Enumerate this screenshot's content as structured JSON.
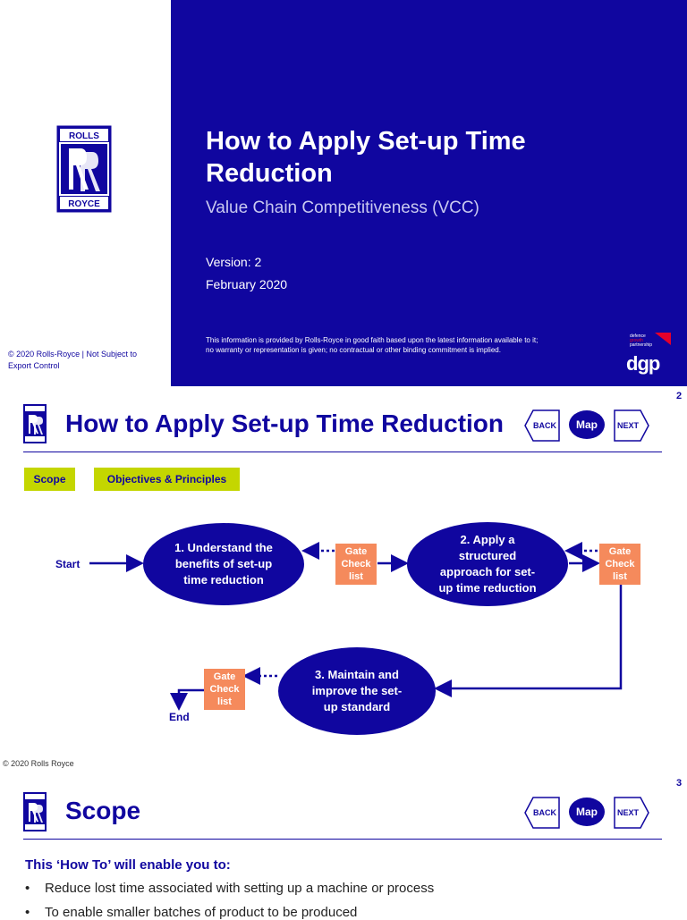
{
  "slide1": {
    "title_line1": "How to Apply Set-up Time",
    "title_line2": "Reduction",
    "subtitle": "Value Chain Competitiveness (VCC)",
    "version": "Version: 2",
    "date": "February 2020",
    "disclaimer_line1": "This information is provided by Rolls-Royce in good faith based upon the latest information available to it;",
    "disclaimer_line2": "no warranty or representation is given; no contractual or other binding commitment is implied.",
    "copyright_line1": "© 2020 Rolls-Royce |  Not Subject to",
    "copyright_line2": "Export Control",
    "logo_top": "ROLLS",
    "logo_bottom": "ROYCE",
    "dgp_small_line1": "defence",
    "dgp_small_line2": "growth",
    "dgp_small_line3": "partnership",
    "dgp_main": "dgp"
  },
  "nav": {
    "back": "BACK",
    "map": "Map",
    "next": "NEXT"
  },
  "slide2": {
    "page_number": "2",
    "title": "How to Apply Set-up Time Reduction",
    "tabs": [
      "Scope",
      "Objectives & Principles"
    ],
    "start_label": "Start",
    "end_label": "End",
    "steps": [
      {
        "line1": "1. Understand the",
        "line2": "benefits of set-up",
        "line3": "time reduction"
      },
      {
        "line1": "2. Apply a",
        "line2": "structured",
        "line3": "approach for set-",
        "line4": "up time reduction"
      },
      {
        "line1": "3. Maintain and",
        "line2": "improve the set-",
        "line3": "up standard"
      }
    ],
    "gate": {
      "line1": "Gate",
      "line2": "Check",
      "line3": "list"
    },
    "copyright": "© 2020 Rolls Royce"
  },
  "slide3": {
    "page_number": "3",
    "title": "Scope",
    "heading": "This ‘How To’ will enable you to:",
    "bullets": [
      "Reduce lost time associated with setting up a machine or process",
      "To enable smaller batches of product to be produced"
    ]
  },
  "colors": {
    "brand_blue": "#10069f",
    "lime": "#c4d600",
    "orange": "#f58a5c"
  }
}
